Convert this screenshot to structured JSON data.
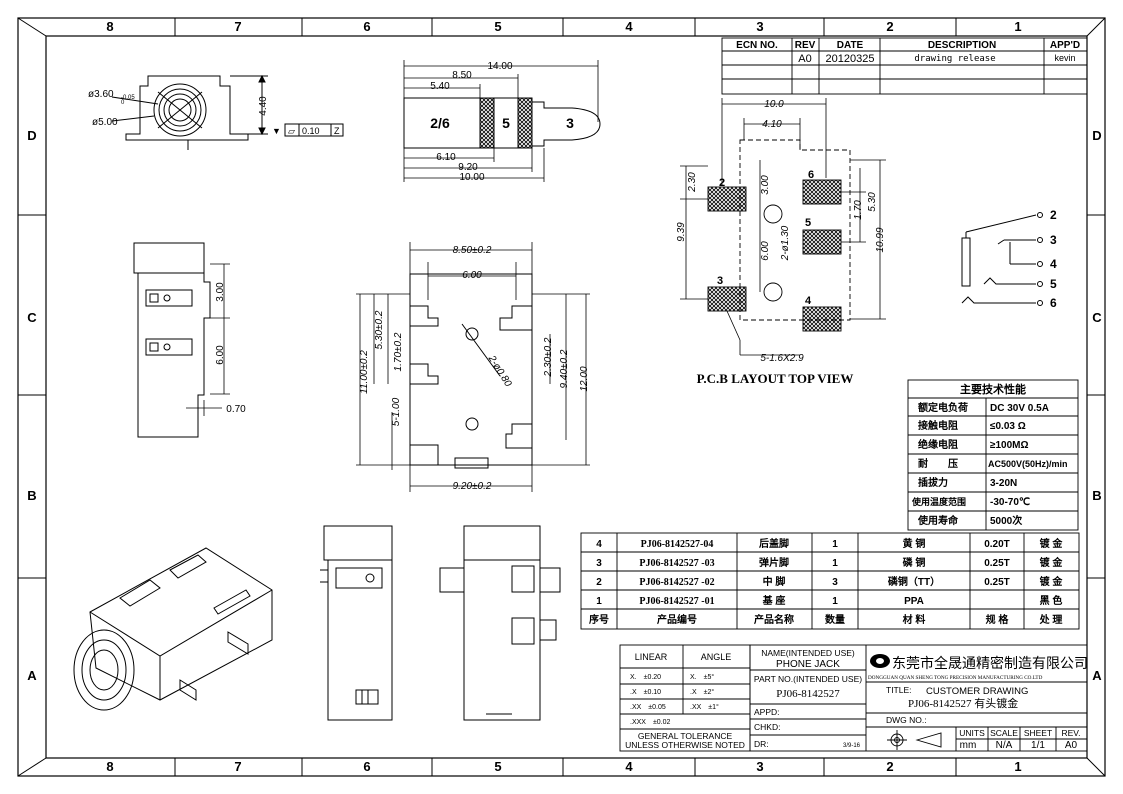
{
  "zones": {
    "columns": [
      "8",
      "7",
      "6",
      "5",
      "4",
      "3",
      "2",
      "1"
    ],
    "rows": [
      "D",
      "C",
      "B",
      "A"
    ]
  },
  "revision_table": {
    "headers": [
      "ECN NO.",
      "REV",
      "DATE",
      "DESCRIPTION",
      "APP'D"
    ],
    "row": {
      "ecn": "",
      "rev": "A0",
      "date": "20120325",
      "description": "drawing release",
      "approved": "kevin"
    }
  },
  "top_view": {
    "dia_outer": "ø3.60",
    "dia_outer_tol": "-0.05",
    "dia_outer_tol2": "0",
    "dia_inner": "ø5.00",
    "height": "4.40",
    "flatness_value": "0.10",
    "flatness_datum": "Z"
  },
  "plug_view": {
    "dim_total": "14.00",
    "dim_850": "8.50",
    "dim_540": "5.40",
    "dim_610": "6.10",
    "dim_920": "9.20",
    "dim_1000": "10.00",
    "seg1": "2/6",
    "seg2": "5",
    "seg3": "3"
  },
  "side_view": {
    "dim_300": "3.00",
    "dim_600": "6.00",
    "dim_070": "0.70"
  },
  "main_view": {
    "dim_top": "8.50±0.2",
    "dim_inner": "6.00",
    "dim_left_outer": "11.00±0.2",
    "dim_530": "5.30±0.2",
    "dim_170": "1.70±0.2",
    "dim_5100": "5-1.00",
    "dim_hole": "2-ø0.80",
    "dim_230": "2.30±0.2",
    "dim_940": "9.40±0.2",
    "dim_1200": "12.00",
    "dim_bottom": "9.20±0.2"
  },
  "pcb": {
    "title": "P.C.B LAYOUT TOP VIEW",
    "dim_1000": "10.0",
    "dim_410": "4.10",
    "dim_230": "2.30",
    "dim_300": "3.00",
    "dim_939": "9.39",
    "dim_600": "6.00",
    "dim_hole": "2-ø1.30",
    "dim_170": "1.70",
    "dim_530": "5.30",
    "dim_1099": "10.99",
    "pad_note": "5-1.6X2.9",
    "pads": [
      "2",
      "6",
      "5",
      "3",
      "4"
    ]
  },
  "schematic": {
    "pins": [
      "2",
      "3",
      "4",
      "5",
      "6"
    ]
  },
  "specs": {
    "title": "主要技术性能",
    "rows": [
      {
        "label": "额定电负荷",
        "value": "DC 30V 0.5A"
      },
      {
        "label": "接触电阻",
        "value": "≤0.03 Ω"
      },
      {
        "label": "绝缘电阻",
        "value": "≥100MΩ"
      },
      {
        "label": "耐　　压",
        "value": "AC500V(50Hz)/min"
      },
      {
        "label": "插拔力",
        "value": "3-20N"
      },
      {
        "label": "使用温度范围",
        "value": "-30-70℃"
      },
      {
        "label": "使用寿命",
        "value": "5000次"
      }
    ]
  },
  "bom": {
    "headers": [
      "序号",
      "产品编号",
      "产品名称",
      "数量",
      "材 料",
      "规 格",
      "处 理"
    ],
    "rows": [
      {
        "no": "4",
        "part": "PJ06-8142527-04",
        "name": "后盖脚",
        "qty": "1",
        "material": "黄 铜",
        "spec": "0.20T",
        "finish": "镀 金"
      },
      {
        "no": "3",
        "part": "PJ06-8142527 -03",
        "name": "弹片脚",
        "qty": "1",
        "material": "磷 铜",
        "spec": "0.25T",
        "finish": "镀 金"
      },
      {
        "no": "2",
        "part": "PJ06-8142527 -02",
        "name": "中 脚",
        "qty": "3",
        "material": "磷铜（TT）",
        "spec": "0.25T",
        "finish": "镀 金"
      },
      {
        "no": "1",
        "part": "PJ06-8142527 -01",
        "name": "基 座",
        "qty": "1",
        "material": "PPA",
        "spec": "",
        "finish": "黑 色"
      }
    ]
  },
  "tolerance": {
    "headers": [
      "LINEAR",
      "ANGLE"
    ],
    "rows": [
      [
        "X.　±0.20",
        "X.　±5°"
      ],
      [
        ".X　±0.10",
        ".X　±2°"
      ],
      [
        ".XX　±0.05",
        ".XX　±1°"
      ],
      [
        ".XXX　±0.02",
        ""
      ]
    ],
    "note1": "GENERAL TOLERANCE",
    "note2": "UNLESS OTHERWISE NOTED"
  },
  "title_block": {
    "name_label": "NAME(INTENDED USE)",
    "name_value": "PHONE JACK",
    "part_label": "PART NO.(INTENDED USE)",
    "part_value": "PJ06-8142527",
    "appd": "APPD:",
    "chkd": "CHKD:",
    "dr": "DR:",
    "dr_date": "3/9-16",
    "company_cn": "东莞市全晟通精密制造有限公司",
    "company_en": "DONGGUAN QUAN SHENG TONG PRECISION MANUFACTURING CO.LTD",
    "title_label": "TITLE:",
    "title_value": "CUSTOMER DRAWING",
    "title_part": "PJ06-8142527 有头镀金",
    "dwg_label": "DWG NO.:",
    "units_label": "UNITS",
    "units_value": "mm",
    "scale_label": "SCALE",
    "scale_value": "N/A",
    "sheet_label": "SHEET",
    "sheet_value": "1/1",
    "rev_label": "REV.",
    "rev_value": "A0"
  }
}
